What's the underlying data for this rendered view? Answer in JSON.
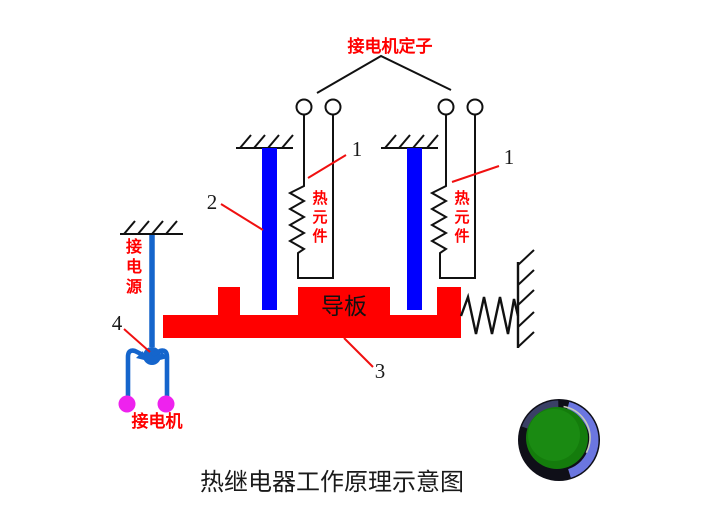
{
  "colors": {
    "red": "#FF0000",
    "blue_bar": "#0000FF",
    "contact_blue": "#1565CC",
    "magenta": "#EE22EE",
    "line_black": "#111111",
    "button_green": "#147C0C",
    "button_ring": "#0F0F18",
    "button_highlight": "#6B76E0"
  },
  "texts": {
    "stator_label": "接电机定子",
    "power_label_chars": [
      "接",
      "电",
      "源"
    ],
    "motor_label": "接电机",
    "heater_left_chars": [
      "热",
      "元",
      "件"
    ],
    "heater_right_chars": [
      "热",
      "元",
      "件"
    ],
    "guide_plate_label": "导板",
    "caption": "热继电器工作原理示意图",
    "callouts": {
      "one_left": "1",
      "one_right": "1",
      "two": "2",
      "three": "3",
      "four": "4"
    }
  }
}
